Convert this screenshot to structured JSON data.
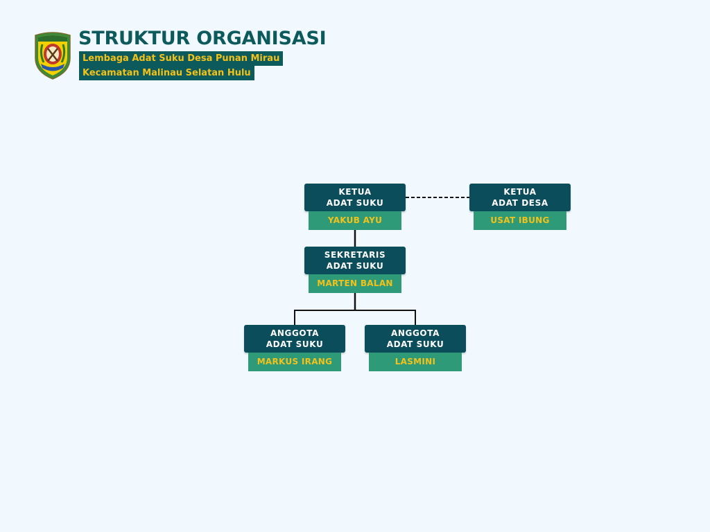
{
  "header": {
    "title": "STRUKTUR ORGANISASI",
    "subtitle_line1": "Lembaga Adat Suku Desa Punan Mirau",
    "subtitle_line2": "Kecamatan Malinau Selatan Hulu",
    "logo_icon": "malinau-regency-emblem-icon"
  },
  "org": {
    "ketua_suku": {
      "role_line1": "KETUA",
      "role_line2": "ADAT SUKU",
      "name": "YAKUB AYU"
    },
    "ketua_desa": {
      "role_line1": "KETUA",
      "role_line2": "ADAT DESA",
      "name": "USAT IBUNG"
    },
    "sekretaris": {
      "role_line1": "SEKRETARIS",
      "role_line2": "ADAT SUKU",
      "name": "MARTEN BALAN"
    },
    "anggota_1": {
      "role_line1": "ANGGOTA",
      "role_line2": "ADAT SUKU",
      "name": "MARKUS IRANG"
    },
    "anggota_2": {
      "role_line1": "ANGGOTA",
      "role_line2": "ADAT SUKU",
      "name": "LASMINI"
    }
  },
  "colors": {
    "background": "#f1f9fe",
    "title": "#0c5a5c",
    "role_box": "#0b4d5b",
    "name_box": "#2e9a78",
    "name_text": "#f2c21a"
  }
}
